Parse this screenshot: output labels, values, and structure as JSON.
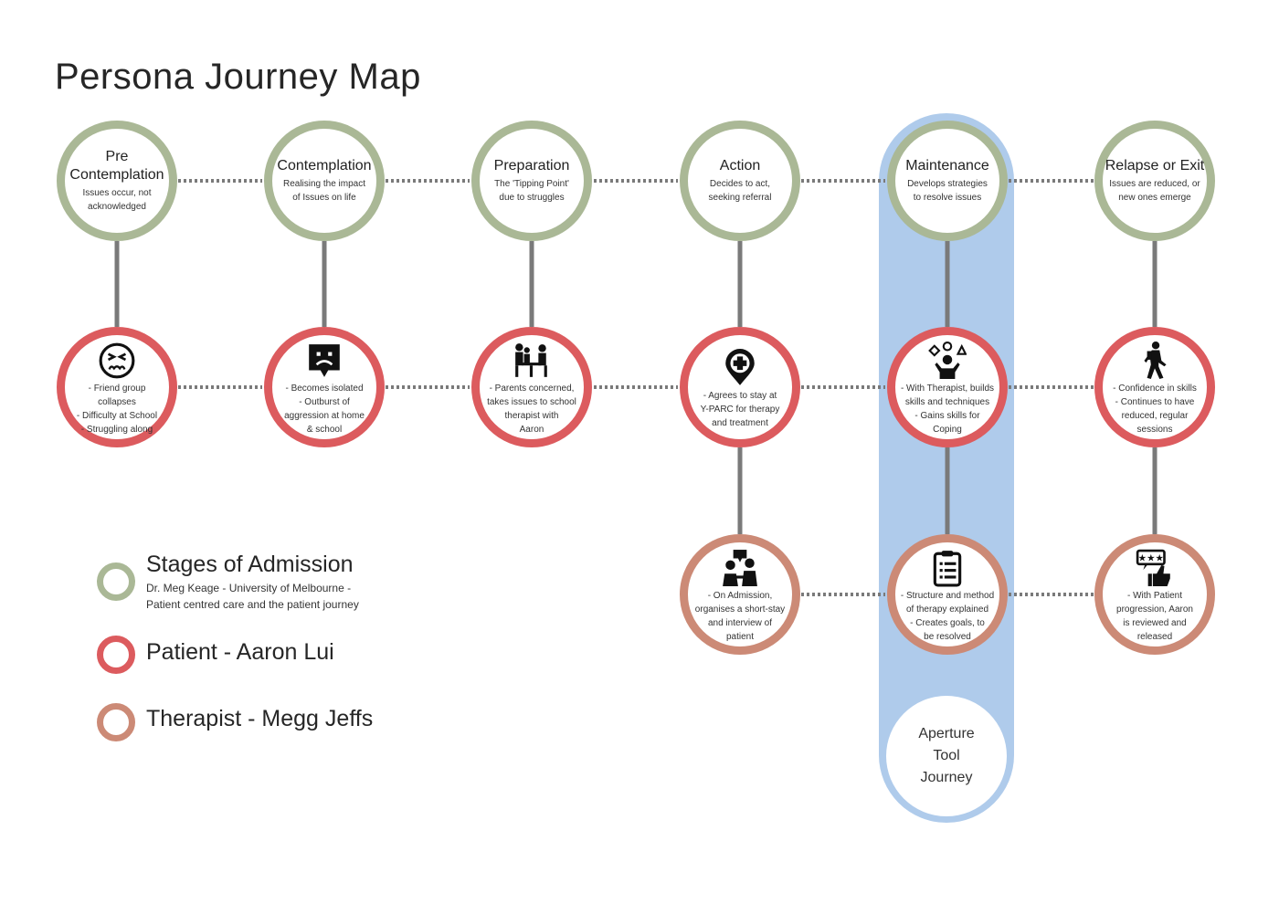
{
  "title": "Persona Journey Map",
  "colors": {
    "stage": "#aab896",
    "patient": "#dc5b5e",
    "therapist": "#cc8a76",
    "highlight": "#afcbeb",
    "connector": "#7a7a7a"
  },
  "stages": [
    {
      "title": "Pre Contemplation",
      "title_lines": [
        "Pre",
        "Contemplation"
      ],
      "desc": [
        "Issues occur, not",
        "acknowledged"
      ]
    },
    {
      "title": "Contemplation",
      "title_lines": [
        "Contemplation"
      ],
      "desc": [
        "Realising the impact",
        "of Issues on life"
      ]
    },
    {
      "title": "Preparation",
      "title_lines": [
        "Preparation"
      ],
      "desc": [
        "The 'Tipping Point'",
        "due to struggles"
      ]
    },
    {
      "title": "Action",
      "title_lines": [
        "Action"
      ],
      "desc": [
        "Decides to act,",
        "seeking referral"
      ]
    },
    {
      "title": "Maintenance",
      "title_lines": [
        "Maintenance"
      ],
      "desc": [
        "Develops strategies",
        "to resolve issues"
      ]
    },
    {
      "title": "Relapse or Exit",
      "title_lines": [
        "Relapse or Exit"
      ],
      "desc": [
        "Issues are reduced, or",
        "new ones emerge"
      ]
    }
  ],
  "patient_notes": [
    {
      "icon": "sad-face-icon",
      "lines": [
        "- Friend group collapses",
        "- Difficulty at School",
        "- Struggling along"
      ]
    },
    {
      "icon": "sad-speech-bubble-icon",
      "lines": [
        "- Becomes isolated",
        "- Outburst of",
        "aggression at home",
        "& school"
      ]
    },
    {
      "icon": "family-meeting-icon",
      "lines": [
        "- Parents concerned,",
        "takes issues to school",
        "therapist with",
        "Aaron"
      ]
    },
    {
      "icon": "medical-location-icon",
      "lines": [
        "- Agrees to stay at",
        "Y-PARC for therapy",
        "and treatment"
      ]
    },
    {
      "icon": "juggling-shapes-icon",
      "lines": [
        "- With Therapist, builds",
        "skills and techniques",
        "- Gains skills for",
        "Coping"
      ]
    },
    {
      "icon": "walking-person-icon",
      "lines": [
        "- Confidence in skills",
        "- Continues to have",
        "reduced, regular",
        "sessions"
      ]
    }
  ],
  "therapist_notes": [
    {
      "icon": "consultation-icon",
      "lines": [
        "- On Admission,",
        "organises a short-stay",
        "and interview of",
        "patient"
      ]
    },
    {
      "icon": "clipboard-icon",
      "lines": [
        "- Structure and method",
        "of therapy explained",
        "- Creates goals, to",
        "be resolved"
      ]
    },
    {
      "icon": "rating-thumbs-up-icon",
      "lines": [
        "- With Patient",
        "progression, Aaron",
        "is reviewed and",
        "released"
      ]
    }
  ],
  "highlight_label": [
    "Aperture",
    "Tool",
    "Journey"
  ],
  "legend": {
    "stages": {
      "title": "Stages of Admission",
      "sub": [
        "Dr. Meg Keage - University of Melbourne -",
        "Patient centred care and the patient journey"
      ]
    },
    "patient": {
      "title": "Patient - Aaron Lui"
    },
    "therapist": {
      "title": "Therapist - Megg Jeffs"
    }
  }
}
